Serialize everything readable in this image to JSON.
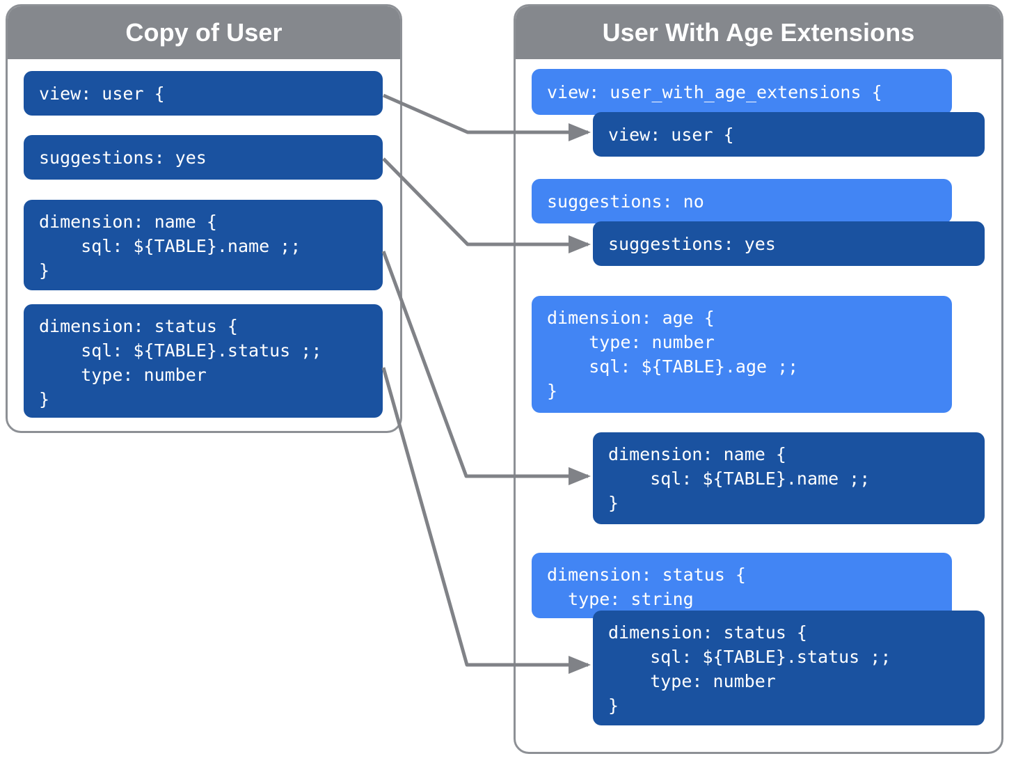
{
  "diagram": {
    "title_left": "Copy of User",
    "title_right": "User With Age Extensions",
    "colors": {
      "header_gray": "#85888d",
      "border_gray": "#8d9095",
      "dark_blue": "#1a52a0",
      "light_blue": "#4285f4",
      "connector_gray": "#808287",
      "background": "#ffffff"
    }
  },
  "left_panel": {
    "header": "Copy of User",
    "blocks": [
      {
        "name": "view-block",
        "shade": "dark",
        "code": "view: user {"
      },
      {
        "name": "suggestions-block",
        "shade": "dark",
        "code": "suggestions: yes"
      },
      {
        "name": "dimension-name-block",
        "shade": "dark",
        "code": "dimension: name {\n    sql: ${TABLE}.name ;;\n}"
      },
      {
        "name": "dimension-status-block",
        "shade": "dark",
        "code": "dimension: status {\n    sql: ${TABLE}.status ;;\n    type: number\n}"
      }
    ]
  },
  "right_panel": {
    "header": "User With Age Extensions",
    "blocks": [
      {
        "name": "view-extension-block",
        "shade": "light",
        "code": "view: user_with_age_extensions {"
      },
      {
        "name": "view-inherited-block",
        "shade": "dark",
        "code": "view: user {"
      },
      {
        "name": "suggestions-override-block",
        "shade": "light",
        "code": "suggestions: no"
      },
      {
        "name": "suggestions-inherited-block",
        "shade": "dark",
        "code": "suggestions: yes"
      },
      {
        "name": "dimension-age-block",
        "shade": "light",
        "code": "dimension: age {\n    type: number\n    sql: ${TABLE}.age ;;\n}"
      },
      {
        "name": "dimension-name-inherited-block",
        "shade": "dark",
        "code": "dimension: name {\n    sql: ${TABLE}.name ;;\n}"
      },
      {
        "name": "dimension-status-override-block",
        "shade": "light",
        "code": "dimension: status {\n  type: string"
      },
      {
        "name": "dimension-status-inherited-block",
        "shade": "dark",
        "code": "dimension: status {\n    sql: ${TABLE}.status ;;\n    type: number\n}"
      }
    ]
  },
  "connectors": [
    {
      "name": "connector-view",
      "from": "left.view-block",
      "to": "right.view-inherited-block"
    },
    {
      "name": "connector-suggestions",
      "from": "left.suggestions-block",
      "to": "right.suggestions-inherited-block"
    },
    {
      "name": "connector-dimension-name",
      "from": "left.dimension-name-block",
      "to": "right.dimension-name-inherited-block"
    },
    {
      "name": "connector-dimension-status",
      "from": "left.dimension-status-block",
      "to": "right.dimension-status-inherited-block"
    }
  ]
}
